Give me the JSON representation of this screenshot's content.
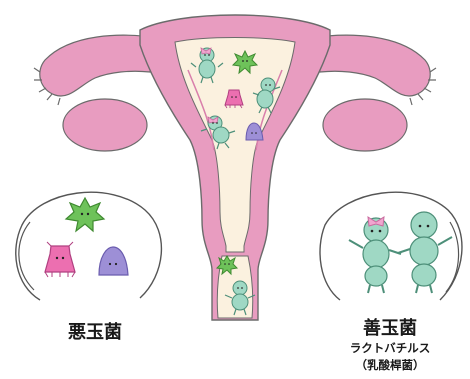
{
  "labels": {
    "bad_bacteria": "悪玉菌",
    "good_bacteria": "善玉菌",
    "good_bacteria_name": "ラクトバチルス",
    "good_bacteria_kanji": "（乳酸桿菌）"
  },
  "colors": {
    "uterus_pink": "#e89cc0",
    "uterus_pink_dark": "#d97fab",
    "inner_cream": "#fbf1df",
    "outline": "#6b6b6b",
    "lacto_green": "#9fd8c4",
    "lacto_green_dark": "#6fb79f",
    "bow_pink": "#f0a6cf",
    "bad_green": "#6ec25a",
    "bad_pink": "#ec6fb0",
    "bad_purple": "#9d8fd6"
  }
}
